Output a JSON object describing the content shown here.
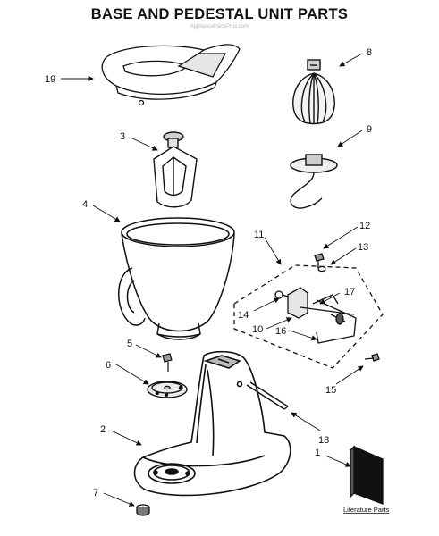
{
  "title": "BASE AND PEDESTAL UNIT PARTS",
  "watermark": "AppliancePartsPros.com",
  "literature_label": "Literature Parts",
  "callouts": {
    "c1": "1",
    "c2": "2",
    "c3": "3",
    "c4": "4",
    "c5": "5",
    "c6": "6",
    "c7": "7",
    "c8": "8",
    "c9": "9",
    "c10": "10",
    "c11": "11",
    "c12": "12",
    "c13": "13",
    "c14": "14",
    "c15": "15",
    "c16": "16",
    "c17": "17",
    "c18": "18",
    "c19": "19"
  }
}
